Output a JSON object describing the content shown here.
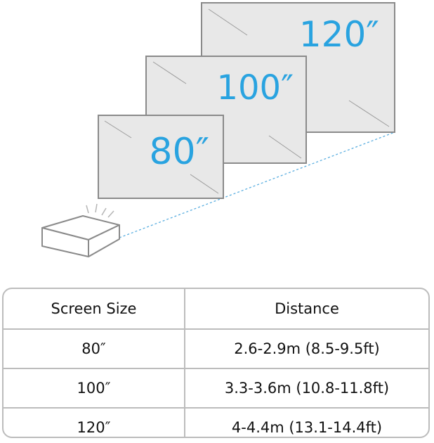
{
  "diagram": {
    "screens": [
      {
        "label": "120″"
      },
      {
        "label": "100″"
      },
      {
        "label": "80″"
      }
    ],
    "colors": {
      "label": "#29a3e0",
      "screen_fill": "#e8e8e8",
      "screen_border": "#8a8a8a",
      "beam": "#5aaee0"
    },
    "icons": [
      "projector-icon"
    ]
  },
  "table": {
    "headers": [
      "Screen Size",
      "Distance"
    ],
    "rows": [
      {
        "size": "80″",
        "distance": "2.6-2.9m (8.5-9.5ft)"
      },
      {
        "size": "100″",
        "distance": "3.3-3.6m (10.8-11.8ft)"
      },
      {
        "size": "120″",
        "distance": "4-4.4m (13.1-14.4ft)"
      }
    ]
  }
}
